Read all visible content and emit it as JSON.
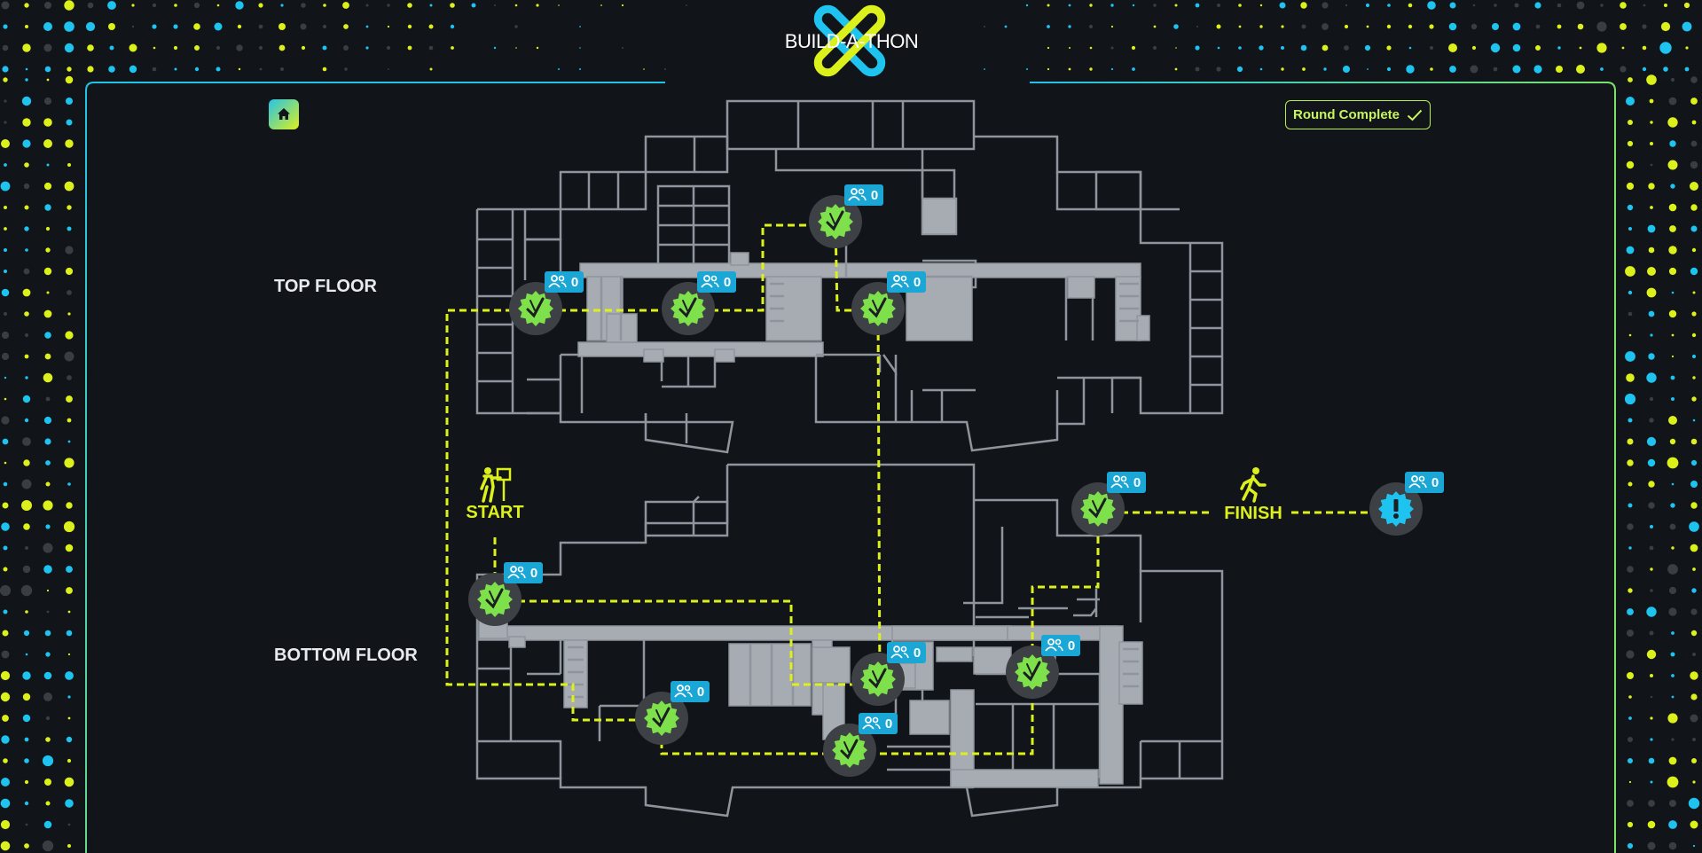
{
  "app": {
    "logo_text": "BUILD-A-THON"
  },
  "header": {
    "home_icon": "home-icon",
    "round_status": "Round Complete",
    "round_status_icon": "checkmark-icon"
  },
  "floors": {
    "top_label": "TOP FLOOR",
    "bottom_label": "BOTTOM FLOOR"
  },
  "route": {
    "start_label": "START",
    "finish_label": "FINISH",
    "start_icon": "signpost-person-icon",
    "finish_icon": "running-person-icon"
  },
  "colors": {
    "accent_yellow": "#dcf01c",
    "accent_cyan": "#1ec3f0",
    "complete_green": "#7ee04a",
    "badge_blue": "#1aa7d6",
    "wall_gray": "#9aa0a8"
  },
  "checkpoints": [
    {
      "id": "t1",
      "floor": "top",
      "status": "complete",
      "team_count": "0"
    },
    {
      "id": "t2",
      "floor": "top",
      "status": "complete",
      "team_count": "0"
    },
    {
      "id": "t3",
      "floor": "top",
      "status": "complete",
      "team_count": "0"
    },
    {
      "id": "t4",
      "floor": "top",
      "status": "complete",
      "team_count": "0"
    },
    {
      "id": "b1",
      "floor": "bottom",
      "status": "complete",
      "team_count": "0"
    },
    {
      "id": "b2",
      "floor": "bottom",
      "status": "complete",
      "team_count": "0"
    },
    {
      "id": "b3",
      "floor": "bottom",
      "status": "complete",
      "team_count": "0"
    },
    {
      "id": "b4",
      "floor": "bottom",
      "status": "complete",
      "team_count": "0"
    },
    {
      "id": "b5",
      "floor": "bottom",
      "status": "complete",
      "team_count": "0"
    },
    {
      "id": "f1",
      "floor": "bottom",
      "status": "complete",
      "team_count": "0"
    },
    {
      "id": "f2",
      "floor": "bottom",
      "status": "alert",
      "team_count": "0"
    }
  ]
}
